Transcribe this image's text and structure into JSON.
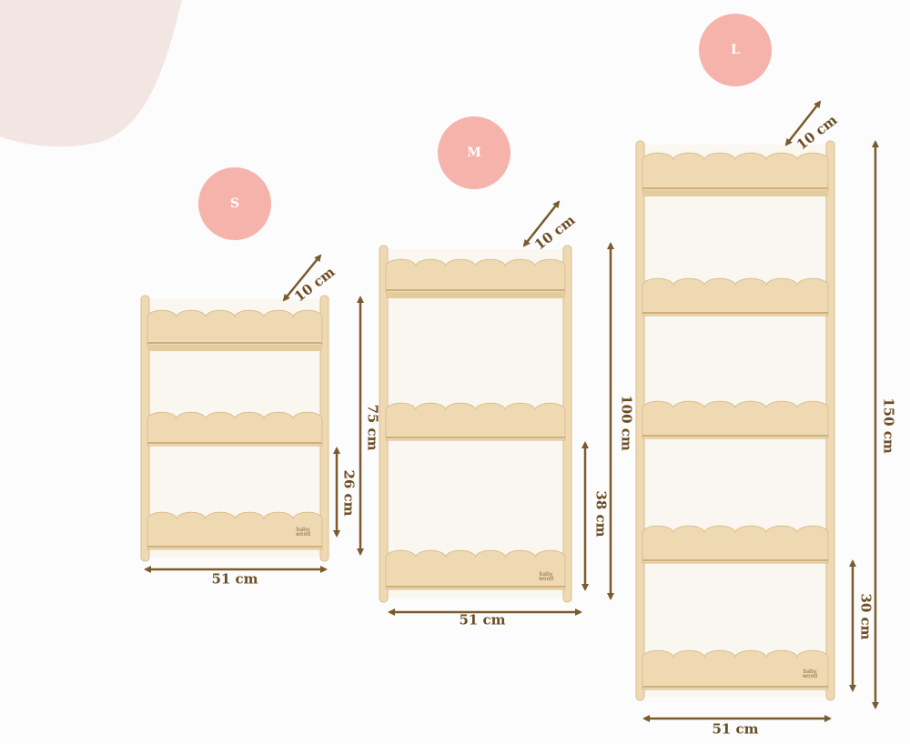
{
  "colors": {
    "background": "#fcfcfc",
    "blob": "#f2e6e2",
    "badge": "#f6b3ab",
    "wood": "#eed9b3",
    "arrow": "#7a5a2e"
  },
  "brand": {
    "line1": "baby",
    "line2": "wood"
  },
  "sizes": {
    "s": {
      "badge": "S",
      "depth": "10 cm",
      "height": "75 cm",
      "shelf_gap": "26 cm",
      "width": "51 cm"
    },
    "m": {
      "badge": "M",
      "depth": "10 cm",
      "height": "100 cm",
      "shelf_gap": "38 cm",
      "width": "51 cm"
    },
    "l": {
      "badge": "L",
      "depth": "10 cm",
      "height": "150 cm",
      "shelf_gap": "30 cm",
      "width": "51 cm"
    }
  }
}
